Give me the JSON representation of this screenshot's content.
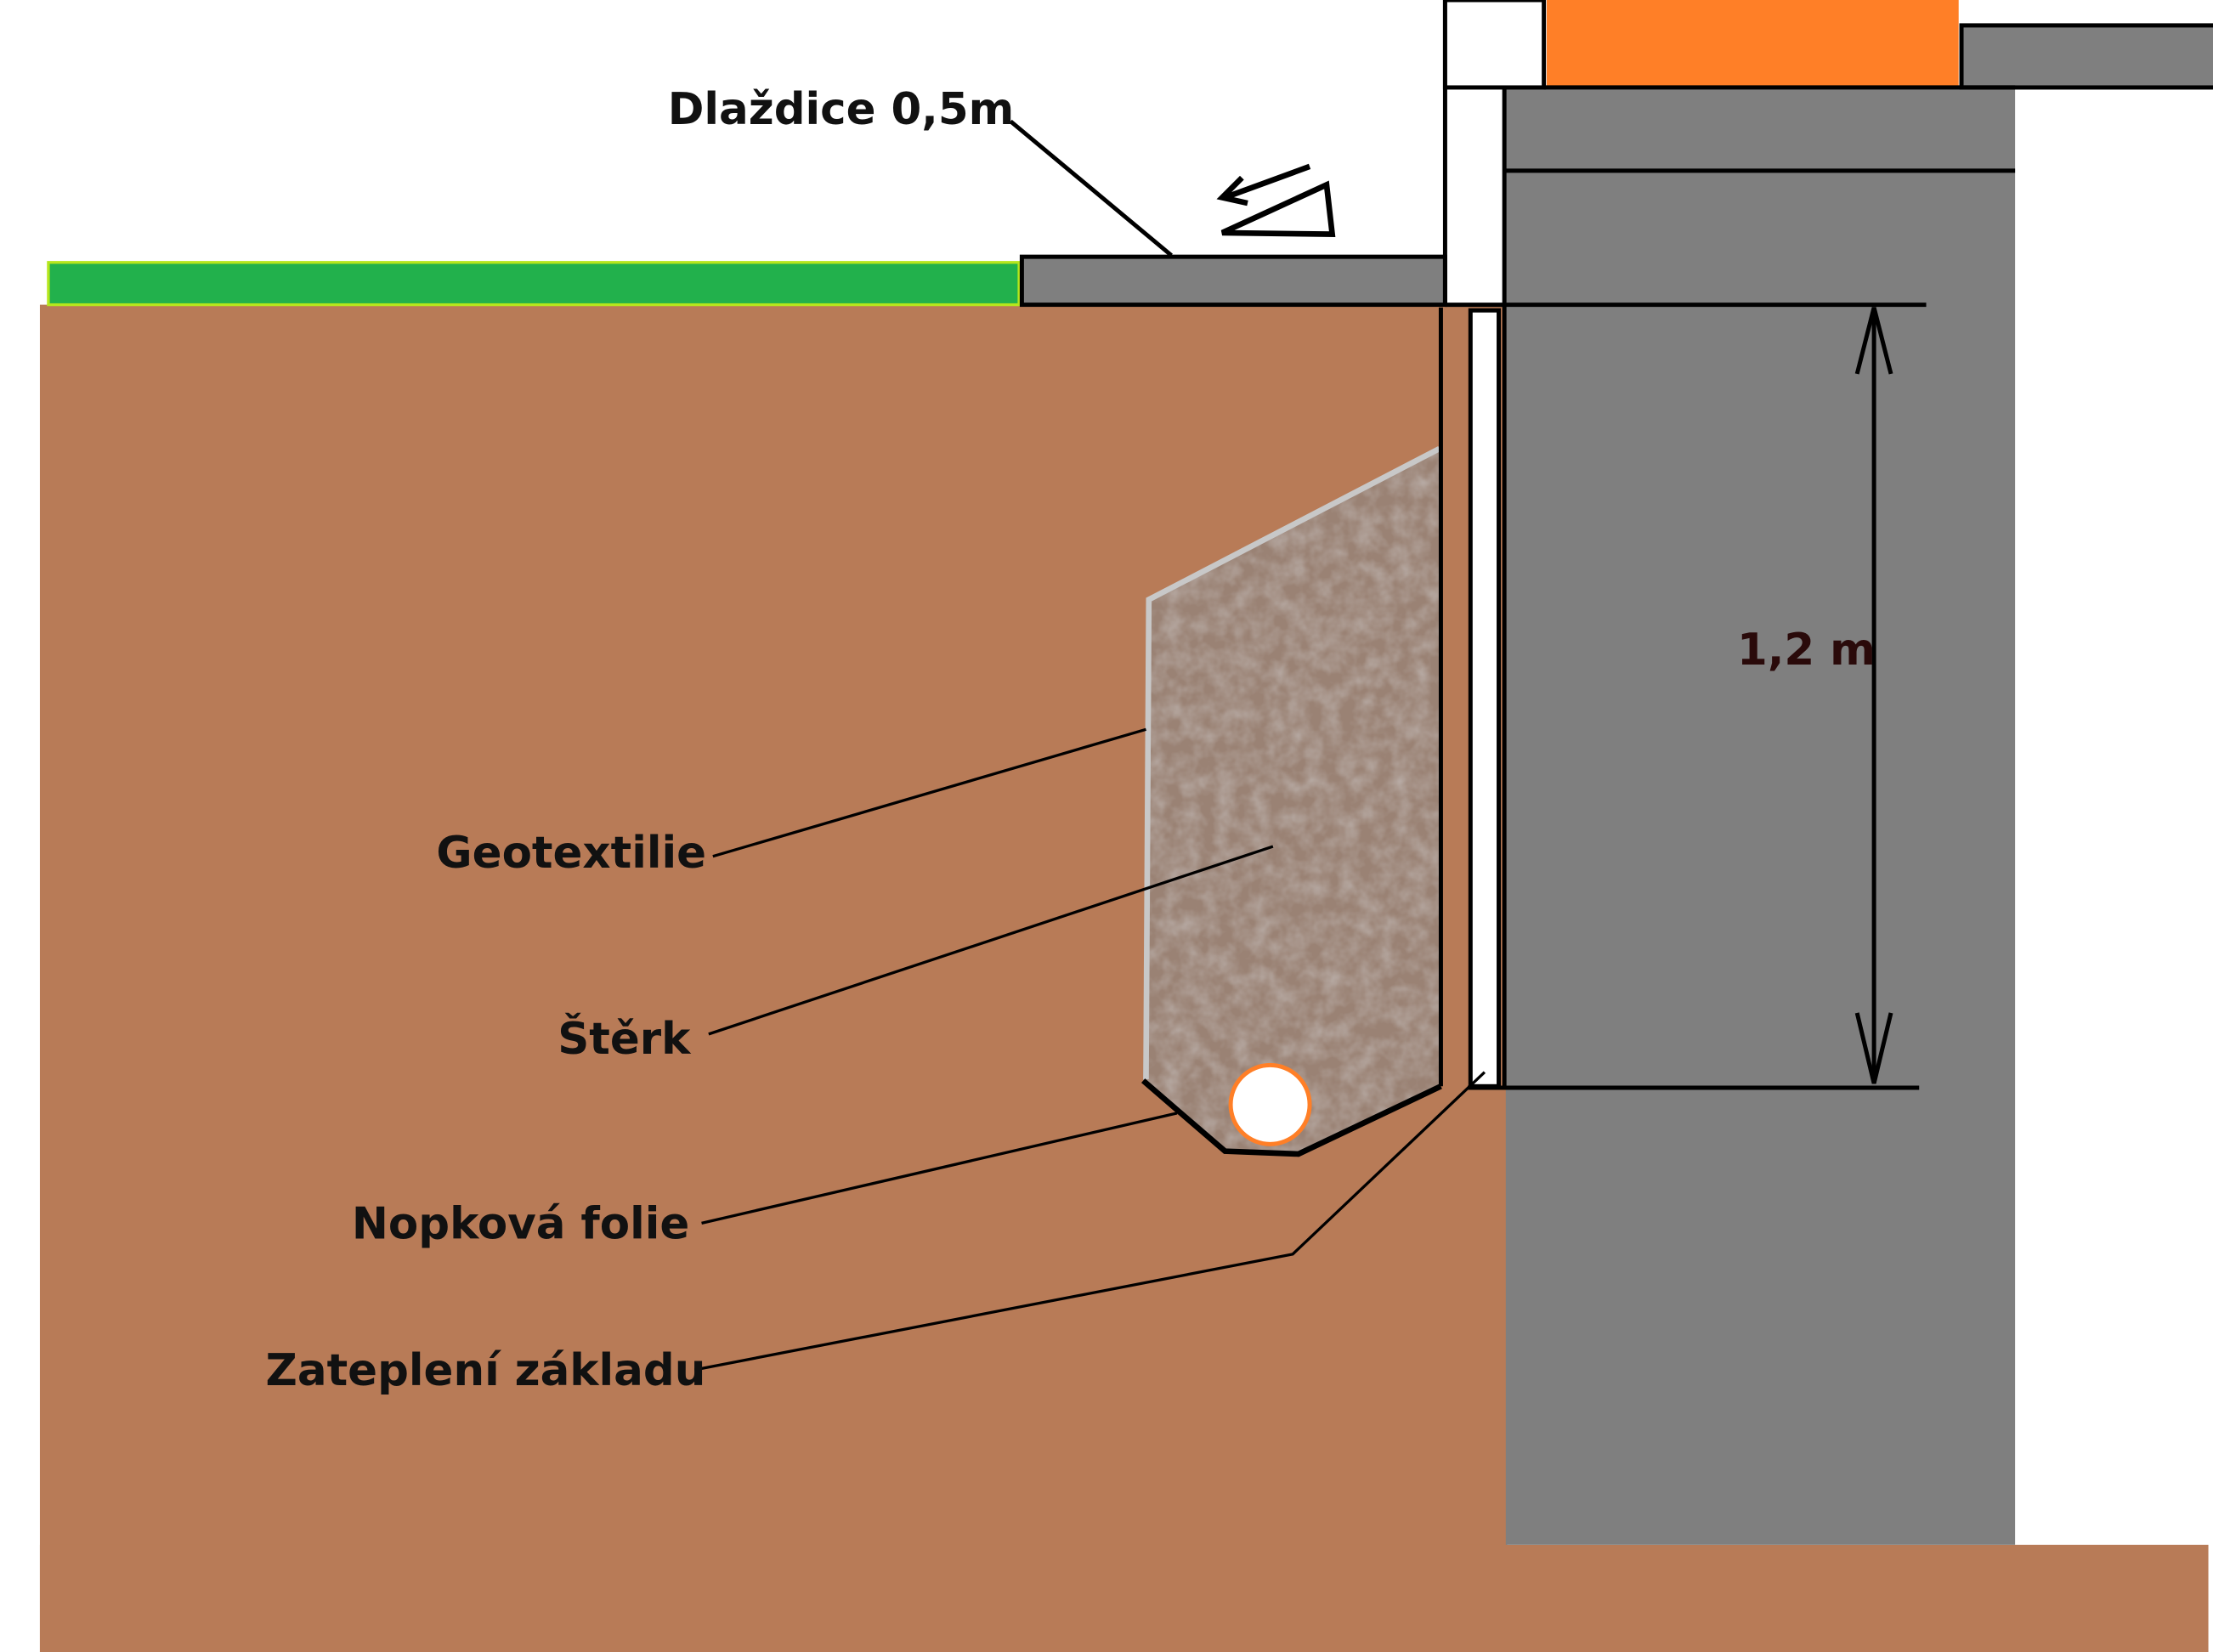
{
  "labels": {
    "tiles": "Dlaždice 0,5m",
    "geotextile": "Geotextilie",
    "gravel": "Štěrk",
    "dimple_membrane": "Nopková folie",
    "foundation_insulation": "Zateplení základu",
    "depth": "1,2 m"
  },
  "colors": {
    "soil": "#B87B57",
    "grass": "#22B14C",
    "concrete": "#7F7F7F",
    "orange": "#FF7F27",
    "gravel": "#9A8274"
  }
}
